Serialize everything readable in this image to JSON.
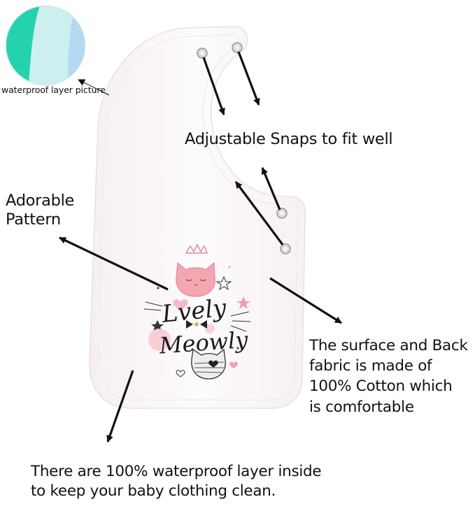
{
  "callouts": {
    "waterproof_picture": "waterproof layer picture",
    "snaps": "Adjustable Snaps to fit well",
    "pattern": [
      "Adorable",
      "Pattern"
    ],
    "cotton": [
      "The surface and Back",
      "fabric is made of",
      "100% Cotton which",
      "is comfortable"
    ],
    "waterproof_inside": [
      "There are 100% waterproof layer inside",
      "to keep your baby clothing  clean."
    ]
  },
  "print": {
    "line1": "Lvely",
    "line2": "Meowly"
  },
  "colors": {
    "bib": "#fbf7fa",
    "bib_edge": "#ece4ea",
    "swatch_teal": "#2bd6b4",
    "swatch_light": "#c9eeee",
    "arrow": "#111111",
    "pink": "#f2a0ad"
  }
}
